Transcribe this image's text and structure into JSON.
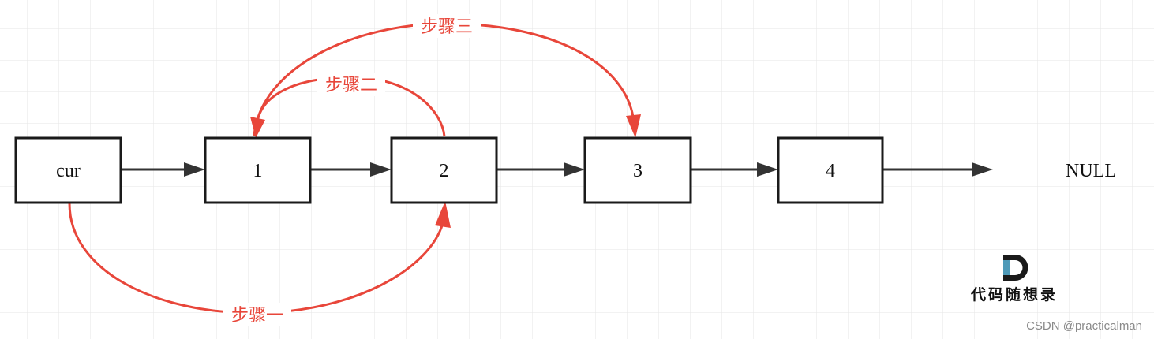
{
  "colors": {
    "background": "#ffffff",
    "grid": "#e6e6e6",
    "node_border": "#1a1a1a",
    "link_arrow": "#333333",
    "step_arrow": "#e8463a",
    "brand_accent": "#4e9ab8"
  },
  "nodes": [
    {
      "id": "cur",
      "label": "cur"
    },
    {
      "id": "n1",
      "label": "1"
    },
    {
      "id": "n2",
      "label": "2"
    },
    {
      "id": "n3",
      "label": "3"
    },
    {
      "id": "n4",
      "label": "4"
    }
  ],
  "null_label": "NULL",
  "steps": [
    {
      "id": "step1",
      "label": "步骤一",
      "from": "cur",
      "to": "n2"
    },
    {
      "id": "step2",
      "label": "步骤二",
      "from": "n2",
      "to": "n1"
    },
    {
      "id": "step3",
      "label": "步骤三",
      "from": "n1",
      "to": "n3"
    }
  ],
  "brand": {
    "logo_icon": "letter-d-logo-icon",
    "name": "代码随想录"
  },
  "watermark": "CSDN @practicalman"
}
